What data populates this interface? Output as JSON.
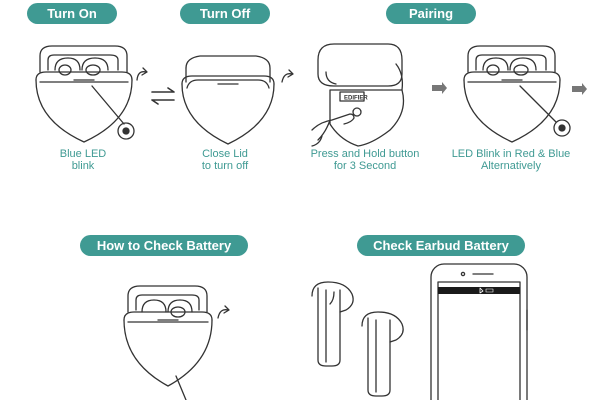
{
  "colors": {
    "accent": "#3f9a93",
    "line": "#333333",
    "led": "#8a8a8a"
  },
  "steps": [
    {
      "title": "Turn On",
      "caption_lines": [
        "Blue LED",
        "blink"
      ]
    },
    {
      "title": "Turn Off",
      "caption_lines": [
        "Close Lid",
        "to turn off"
      ]
    },
    {
      "title": "Pairing",
      "caption_lines": [
        "Press and Hold button",
        "for 3 Second"
      ]
    },
    {
      "caption_lines": [
        "LED Blink in Red & Blue",
        "Alternatively"
      ]
    }
  ],
  "battery": {
    "case_title": "How to Check Battery",
    "earbud_title": "Check Earbud Battery"
  },
  "case_brand": "EDIFIER",
  "icons": [
    "rotate-arrow-icon",
    "swap-arrows-icon",
    "right-arrow-icon",
    "hand-icon",
    "led-indicator-icon",
    "smartphone-icon",
    "bluetooth-icon",
    "battery-icon"
  ]
}
